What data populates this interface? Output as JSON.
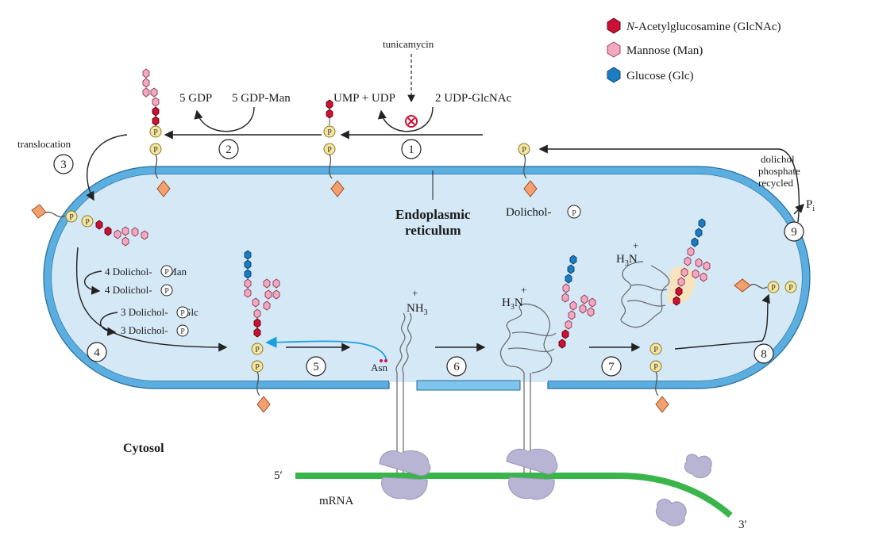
{
  "legend": {
    "items": [
      {
        "italic": "N",
        "label": "-Acetylglucosamine (GlcNAc)",
        "color": "#cc1133"
      },
      {
        "italic": "",
        "label": "Mannose (Man)",
        "color": "#f3a8c0"
      },
      {
        "italic": "",
        "label": "Glucose (Glc)",
        "color": "#1a7dc4"
      }
    ]
  },
  "labels": {
    "tunicamycin": "tunicamycin",
    "ump_udp": "UMP + UDP",
    "udp_glcnac": "2 UDP-GlcNAc",
    "gdp": "5 GDP",
    "gdp_man": "5 GDP-Man",
    "translocation": "translocation",
    "er_line1": "Endoplasmic",
    "er_line2": "reticulum",
    "dolichol_p": "Dolichol-",
    "dolichol_recycled_1": "dolichol",
    "dolichol_recycled_2": "phosphate",
    "dolichol_recycled_3": "recycled",
    "pi": "P",
    "pi_sub": "i",
    "dol_p_man": "4 Dolichol-",
    "dol_p_man_suffix": "-Man",
    "dol_p_1": "4 Dolichol-",
    "dol_p_glc": "3 Dolichol-",
    "dol_p_glc_suffix": "-Glc",
    "dol_p_2": "3 Dolichol-",
    "asn": "Asn",
    "nh3": "NH",
    "nh3_sub": "3",
    "h3n": "H",
    "h3n_sub": "3",
    "h3n_n": "N",
    "plus": "+",
    "cytosol": "Cytosol",
    "five_prime": "5′",
    "three_prime": "3′",
    "mrna": "mRNA",
    "p": "P"
  },
  "steps": [
    "1",
    "2",
    "3",
    "4",
    "5",
    "6",
    "7",
    "8",
    "9"
  ]
}
